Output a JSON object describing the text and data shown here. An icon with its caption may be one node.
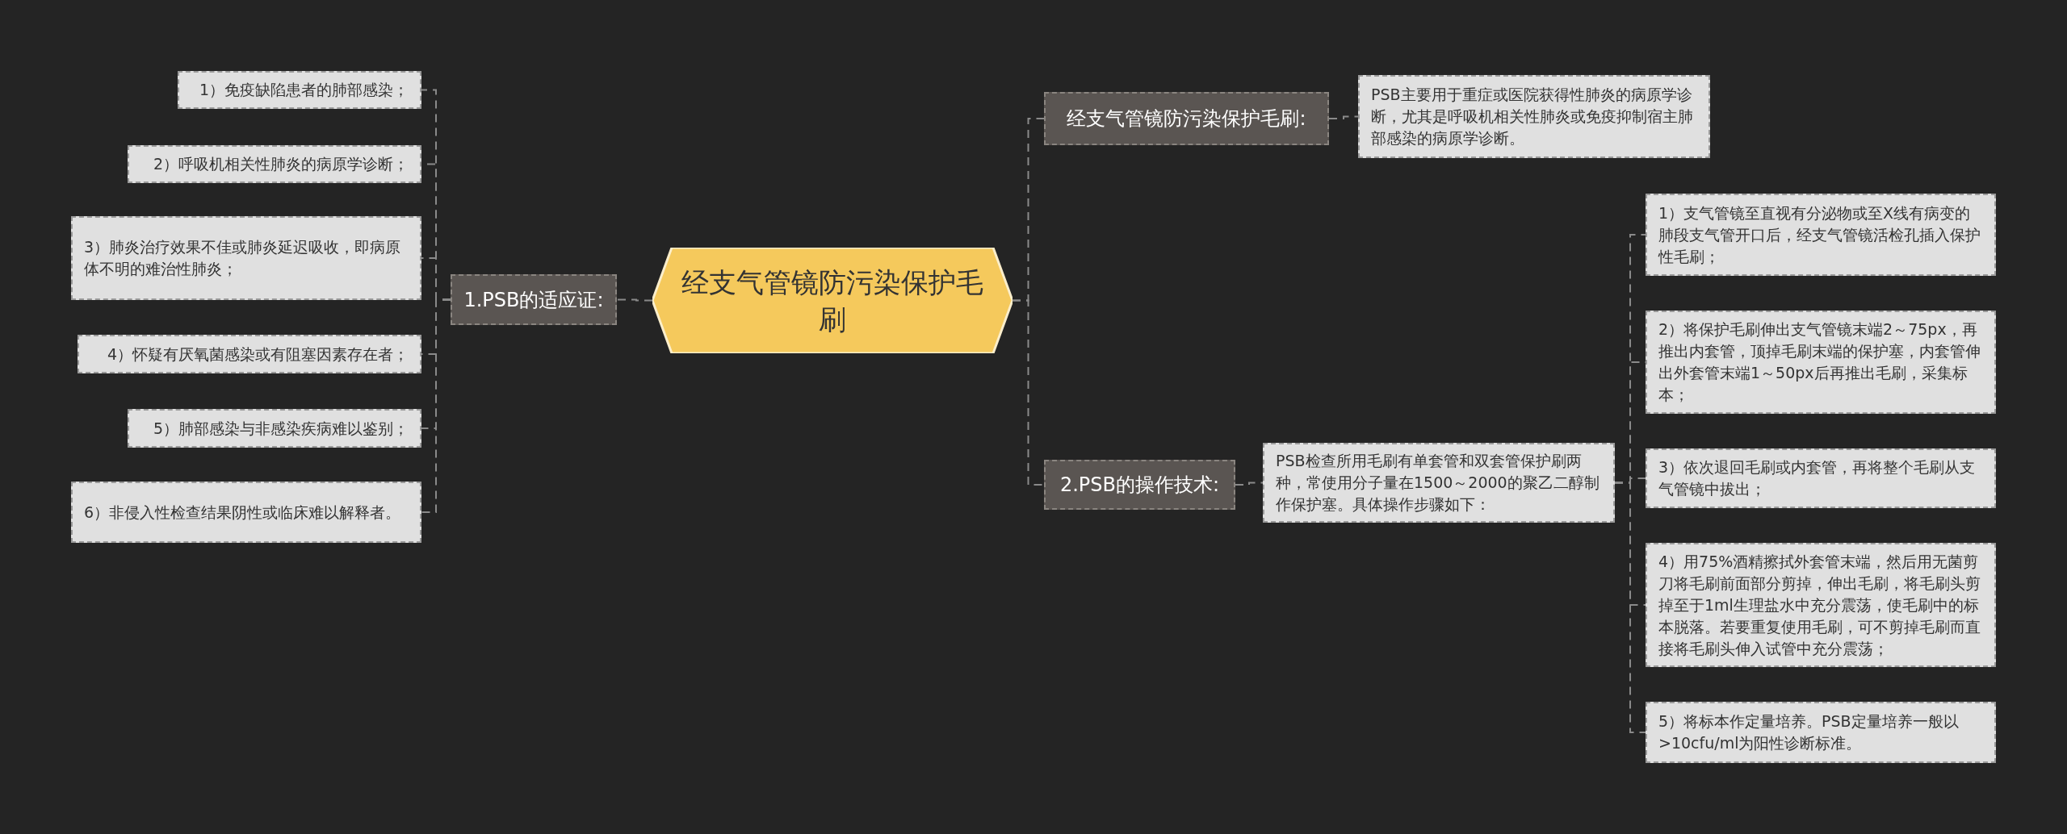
{
  "diagram": {
    "nodes": [
      {
        "text": [
          "经支气管镜防污染保护毛刷"
        ]
      },
      {
        "text": [
          "1.PSB的适应证:"
        ]
      },
      {
        "text": [
          "1）免疫缺陷患者的肺部感染；"
        ]
      },
      {
        "text": [
          "2）呼吸机相关性肺炎的病原学诊断；"
        ]
      },
      {
        "text": [
          "3）肺炎治疗效果不佳或肺炎延迟吸收，即病原体不明的难治性肺炎；"
        ]
      },
      {
        "text": [
          "4）怀疑有厌氧菌感染或有阻塞因素存在者；"
        ]
      },
      {
        "text": [
          "5）肺部感染与非感染疾病难以鉴别；"
        ]
      },
      {
        "text": [
          "6）非侵入性检查结果阴性或临床难以解释者。"
        ]
      },
      {
        "text": [
          "经支气管镜防污染保护毛刷:"
        ]
      },
      {
        "text": [
          "PSB主要用于重症或医院获得性肺炎的病原学诊断，尤其是呼吸机相关性肺炎或免疫抑制宿主肺部感染的病原学诊断。"
        ]
      },
      {
        "text": [
          "2.PSB的操作技术:"
        ]
      },
      {
        "text": [
          "PSB检查所用毛刷有单套管和双套管保护刷两种，常使用分子量在1500～2000的聚乙二醇制作保护塞。具体操作步骤如下："
        ]
      },
      {
        "text": [
          "1）支气管镜至直视有分泌物或至X线有病变的肺段支气管开口后，经支气管镜活检孔插入保护性毛刷；"
        ]
      },
      {
        "text": [
          "2）将保护毛刷伸出支气管镜末端2～75px，再推出内套管，顶掉毛刷末端的保护塞，内套管伸出外套管末端1～50px后再推出毛刷，采集标本；"
        ]
      },
      {
        "text": [
          "3）依次退回毛刷或内套管，再将整个毛刷从支气管镜中拔出；"
        ]
      },
      {
        "text": [
          "4）用75%酒精擦拭外套管末端，然后用无菌剪刀将毛刷前面部分剪掉，伸出毛刷，将毛刷头剪掉至于1ml生理盐水中充分震荡，使毛刷中的标本脱落。若要重复使用毛刷，可不剪掉毛刷而直接将毛刷头伸入试管中充分震荡；"
        ]
      },
      {
        "text": [
          "5）将标本作定量培养。PSB定量培养一般以>10cfu/ml为阳性诊断标准。"
        ]
      }
    ],
    "edges": [
      {
        "from": 0,
        "to": 1,
        "arrow": "none"
      },
      {
        "from": 1,
        "to": 2,
        "arrow": "none"
      },
      {
        "from": 1,
        "to": 3,
        "arrow": "none"
      },
      {
        "from": 1,
        "to": 4,
        "arrow": "none"
      },
      {
        "from": 1,
        "to": 5,
        "arrow": "none"
      },
      {
        "from": 1,
        "to": 6,
        "arrow": "none"
      },
      {
        "from": 1,
        "to": 7,
        "arrow": "none"
      },
      {
        "from": 0,
        "to": 8,
        "arrow": "none"
      },
      {
        "from": 8,
        "to": 9,
        "arrow": "none"
      },
      {
        "from": 0,
        "to": 10,
        "arrow": "none"
      },
      {
        "from": 10,
        "to": 11,
        "arrow": "none"
      },
      {
        "from": 11,
        "to": 12,
        "arrow": "none"
      },
      {
        "from": 11,
        "to": 13,
        "arrow": "none"
      },
      {
        "from": 11,
        "to": 14,
        "arrow": "none"
      },
      {
        "from": 11,
        "to": 15,
        "arrow": "none"
      },
      {
        "from": 11,
        "to": 16,
        "arrow": "none"
      }
    ]
  }
}
